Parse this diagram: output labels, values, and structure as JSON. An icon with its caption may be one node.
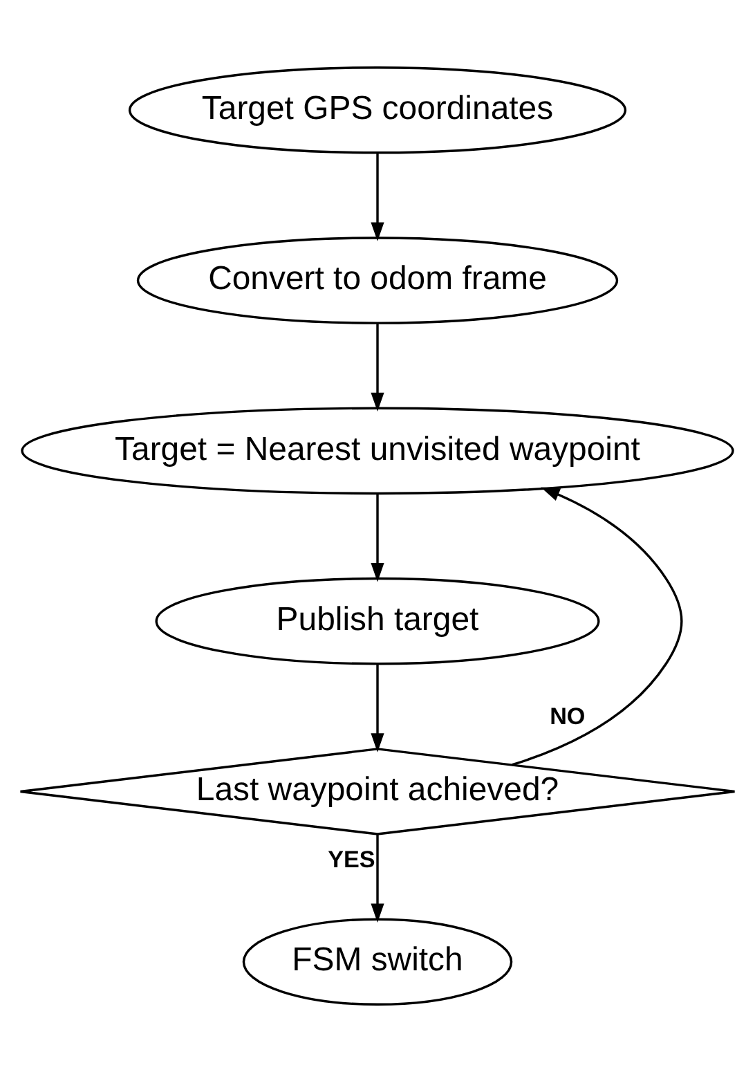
{
  "diagram": {
    "nodes": [
      {
        "text": [
          "Target GPS coordinates"
        ]
      },
      {
        "text": [
          "Convert to odom frame"
        ]
      },
      {
        "text": [
          "Target = Nearest unvisited waypoint"
        ]
      },
      {
        "text": [
          "Publish target"
        ]
      },
      {
        "text": [
          "Last waypoint achieved?"
        ]
      },
      {
        "text": [
          "FSM switch"
        ]
      }
    ],
    "edges": [
      {
        "from": 0,
        "to": 1,
        "arrow": "to"
      },
      {
        "from": 1,
        "to": 2,
        "arrow": "to"
      },
      {
        "from": 2,
        "to": 3,
        "arrow": "to"
      },
      {
        "from": 3,
        "to": 4,
        "arrow": "to"
      },
      {
        "from": 4,
        "to": 2,
        "arrow": "to",
        "label": "NO"
      },
      {
        "from": 4,
        "to": 5,
        "arrow": "to",
        "label": "YES"
      }
    ]
  }
}
